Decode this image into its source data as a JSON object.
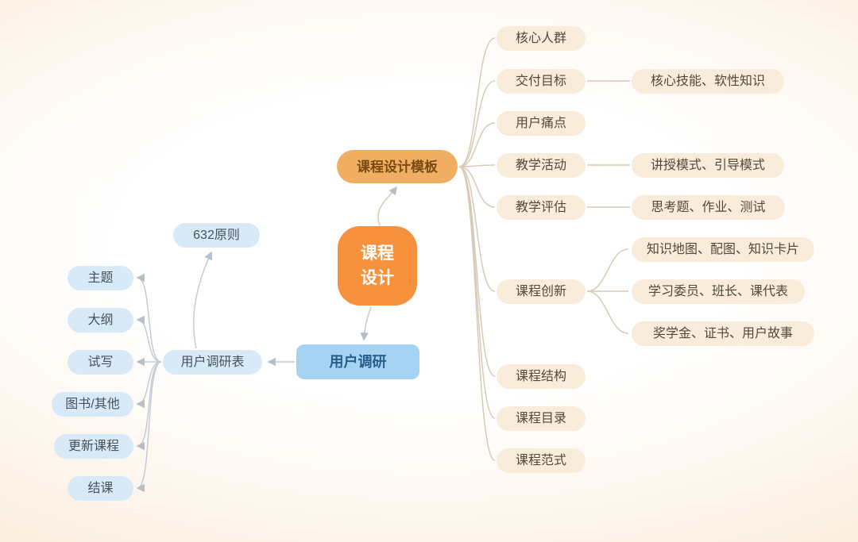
{
  "colors": {
    "root": "#f6913d",
    "branch_template": "#efae62",
    "branch_research": "#a5d3f1",
    "pill_warm": "#f9ecda",
    "pill_cool": "#d8eaf8",
    "edge_warm": "#d7cab7",
    "edge_cool": "#c3ccd5"
  },
  "root": {
    "label": "课程\n设计"
  },
  "template": {
    "label": "课程设计模板",
    "items": [
      {
        "label": "核心人群"
      },
      {
        "label": "交付目标"
      },
      {
        "label": "用户痛点"
      },
      {
        "label": "教学活动"
      },
      {
        "label": "教学评估"
      },
      {
        "label": "课程创新"
      },
      {
        "label": "课程结构"
      },
      {
        "label": "课程目录"
      },
      {
        "label": "课程范式"
      }
    ],
    "details": [
      {
        "label": "核心技能、软性知识",
        "parent": "交付目标"
      },
      {
        "label": "讲授模式、引导模式",
        "parent": "教学活动"
      },
      {
        "label": "思考题、作业、测试",
        "parent": "教学评估"
      },
      {
        "label": "知识地图、配图、知识卡片",
        "parent": "课程创新"
      },
      {
        "label": "学习委员、班长、课代表",
        "parent": "课程创新"
      },
      {
        "label": "奖学金、证书、用户故事",
        "parent": "课程创新"
      }
    ]
  },
  "research": {
    "label": "用户调研",
    "form": {
      "label": "用户调研表"
    },
    "principle": {
      "label": "632原则"
    },
    "items": [
      {
        "label": "主题"
      },
      {
        "label": "大纲"
      },
      {
        "label": "试写"
      },
      {
        "label": "图书/其他"
      },
      {
        "label": "更新课程"
      },
      {
        "label": "结课"
      }
    ]
  }
}
